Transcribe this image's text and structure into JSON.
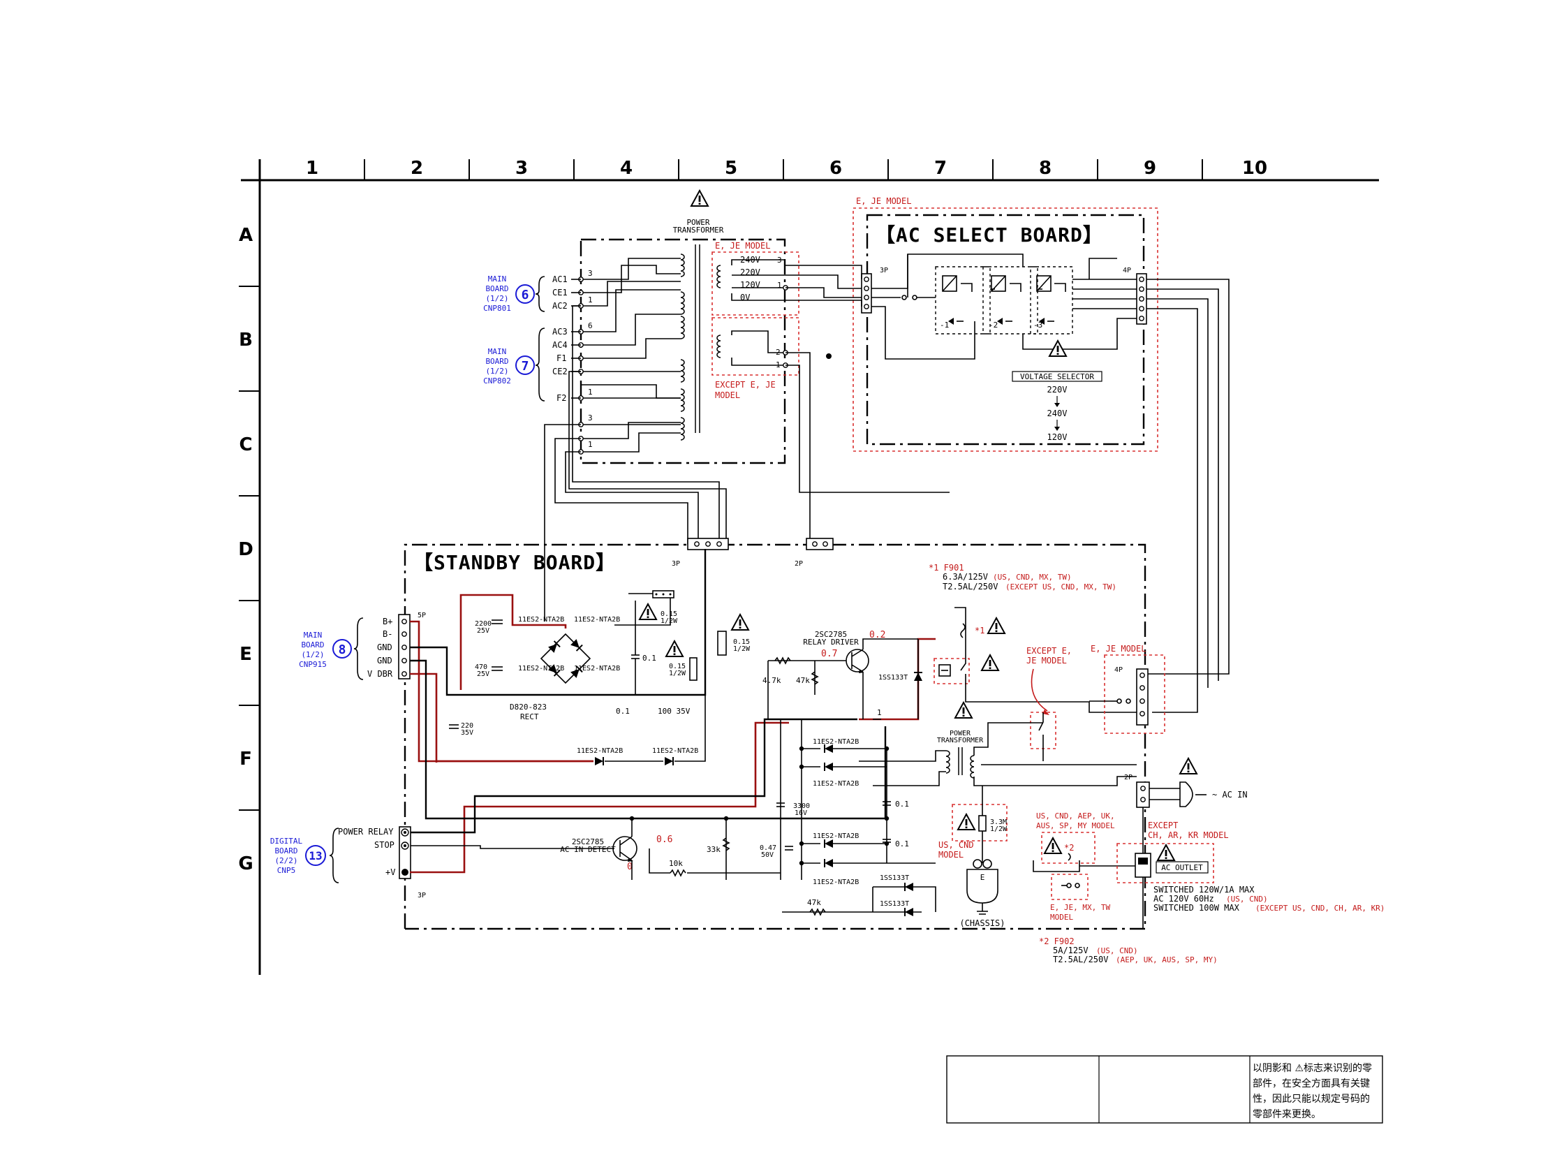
{
  "grid": {
    "columns": [
      "1",
      "2",
      "3",
      "4",
      "5",
      "6",
      "7",
      "8",
      "9",
      "10"
    ],
    "rows": [
      "A",
      "B",
      "C",
      "D",
      "E",
      "F",
      "G"
    ]
  },
  "boards": {
    "ac_select": "【AC SELECT BOARD】",
    "standby": "【STANDBY BOARD】"
  },
  "labels": {
    "power_transformer_top": [
      "POWER",
      "TRANSFORMER"
    ],
    "e_je_model_top": "E, JE MODEL",
    "e_je_model_ac": "E, JE MODEL",
    "except_e_je_model": [
      "EXCEPT E, JE",
      "MODEL"
    ],
    "taps": [
      "240V",
      "220V",
      "120V",
      "0V"
    ],
    "tap_nums": [
      "3",
      "2",
      "1",
      "2",
      "1"
    ],
    "voltage_selector": "VOLTAGE SELECTOR",
    "vs_values": [
      "220V",
      "240V",
      "120V"
    ],
    "relay_nums": [
      "-1",
      "-2",
      "-3"
    ],
    "conn_3p": "3P",
    "conn_4p": "4P",
    "conn_2p": "2P",
    "conn_5p": "5P",
    "f901": [
      "*1 F901",
      "6.3A/125V",
      "(US, CND, MX, TW)",
      "T2.5AL/250V",
      "(EXCEPT US, CND, MX, TW)"
    ],
    "except_e_je": [
      "EXCEPT E,",
      "JE MODEL"
    ],
    "e_je_model_right": "E, JE MODEL",
    "relay_driver": [
      "2SC2785",
      "RELAY DRIVER"
    ],
    "ac_in_detect": [
      "2SC2785",
      "AC IN DETECT"
    ],
    "v_02": "0.2",
    "v_07": "0.7",
    "v_06": "0.6",
    "v_0": "0",
    "diode_1ss": "1SS133T",
    "diodes": [
      "11ES2-NTA2B",
      "11ES2-NTA2B",
      "11ES2-NTA2B",
      "11ES2-NTA2B"
    ],
    "rect": [
      "D820-823",
      "RECT"
    ],
    "cap_2200": [
      "2200",
      "25V"
    ],
    "cap_470": [
      "470",
      "25V"
    ],
    "cap_220": [
      "220",
      "35V"
    ],
    "cap_01": "0.1",
    "cap_100": "100 35V",
    "res_015": [
      "0.15",
      "1/2W"
    ],
    "res_47k": "4.7k",
    "res_47k2": "47k",
    "res_1": "1",
    "res_10k": "10k",
    "res_33k": "33k",
    "res_47k3": "47k",
    "cap_3300": [
      "3300",
      "16V"
    ],
    "cap_047": [
      "0.47",
      "50V"
    ],
    "power_transformer_mid": [
      "POWER",
      "TRANSFORMER"
    ],
    "chassis": "(CHASSIS)",
    "chassis_e": "E",
    "res_33m": [
      "3.3M",
      "1/2W"
    ],
    "us_cnd_model": [
      "US, CND",
      "MODEL"
    ],
    "us_cnd_aep": [
      "US, CND, AEP, UK,",
      "AUS, SP, MY MODEL"
    ],
    "star2": "*2",
    "e_je_mx_tw": [
      "E, JE, MX, TW",
      "MODEL"
    ],
    "except_ch": [
      "EXCEPT",
      "CH, AR, KR MODEL"
    ],
    "ac_outlet": "AC OUTLET",
    "ac_in": "~ AC IN",
    "switched": [
      "SWITCHED 120W/1A MAX",
      "AC 120V 60Hz",
      "(US, CND)",
      "SWITCHED 100W MAX",
      "(EXCEPT US, CND, CH, AR, KR)"
    ],
    "f902": [
      "*2 F902",
      "5A/125V",
      "(US, CND)",
      "T2.5AL/250V",
      "(AEP, UK, AUS, SP, MY)"
    ],
    "star1": "*1"
  },
  "main_board_6": {
    "num": "6",
    "name": [
      "MAIN",
      "BOARD",
      "(1/2)",
      "CNP801"
    ],
    "pins": [
      "AC1",
      "CE1",
      "AC2"
    ]
  },
  "main_board_7": {
    "num": "7",
    "name": [
      "MAIN",
      "BOARD",
      "(1/2)",
      "CNP802"
    ],
    "pins": [
      "AC3",
      "AC4",
      "F1",
      "CE2",
      "F2"
    ]
  },
  "main_board_8": {
    "num": "8",
    "name": [
      "MAIN",
      "BOARD",
      "(1/2)",
      "CNP915"
    ],
    "pins": [
      "B+",
      "B-",
      "GND",
      "GND",
      "V DBR"
    ]
  },
  "digital_board_13": {
    "num": "13",
    "name": [
      "DIGITAL",
      "BOARD",
      "(2/2)",
      "CNP5"
    ],
    "pins": [
      "POWER RELAY",
      "STOP",
      "+V"
    ]
  },
  "note_cn": [
    "以阴影和 ⚠标志来识别的零",
    "部件，在安全方面具有关键",
    "性，因此只能以规定号码的",
    "零部件来更换。"
  ]
}
